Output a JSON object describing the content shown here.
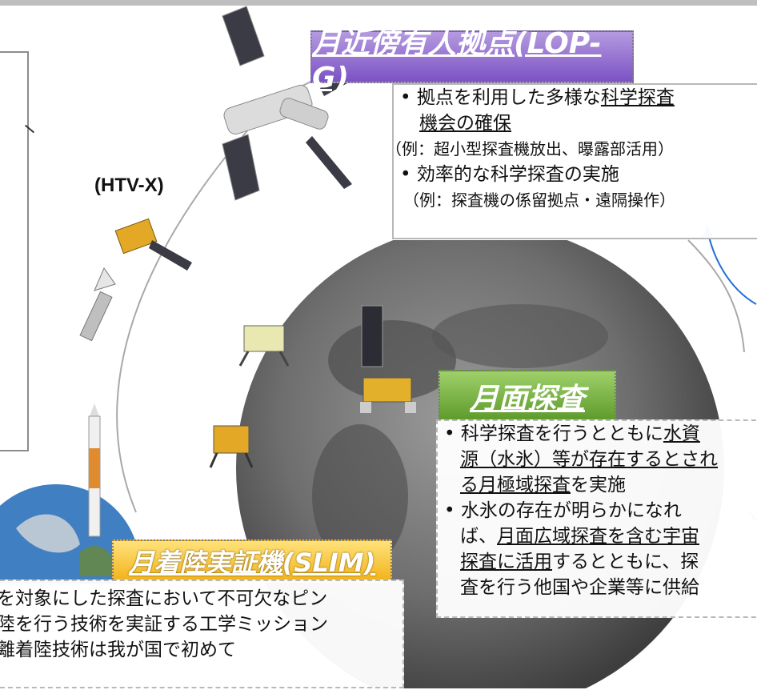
{
  "htv_label": "(HTV-X)",
  "lopg": {
    "title": "月近傍有人拠点(LOP-G)",
    "b1_a": "• 拠点を利用した多様な",
    "b1_u1": "科学探査",
    "b1_u2": "機会の確保",
    "ex1": "（例：超小型探査機放出、曝露部活用）",
    "b2": "• 効率的な科学探査の実施",
    "ex2": "（例：探査機の係留拠点・遠隔操作）"
  },
  "moon": {
    "title": "月面探査",
    "l1_a": "• 科学探査を行うとともに",
    "l1_u": "水資",
    "l2_u": "源（水氷）等が存在するとされ",
    "l3_u": "る月極域探査",
    "l3_b": "を実施",
    "l4": "• 水氷の存在が明らかになれ",
    "l5_a": "ば、",
    "l5_u": "月面広域探査を含む宇宙",
    "l6_u": "探査に活用",
    "l6_b": "するとともに、探",
    "l7": "査を行う他国や企業等に供給"
  },
  "slim": {
    "title": "月着陸実証機(SLIM)",
    "l1": "を対象にした探査において不可欠なピン",
    "l2": "陸を行う技術を実証する工学ミッション",
    "l3": "離着陸技術は我が国で初めて"
  },
  "colors": {
    "purple": "#7b52c4",
    "green": "#5c9a2a",
    "yellow": "#f2b219",
    "arrow": "#1f6fd6"
  }
}
